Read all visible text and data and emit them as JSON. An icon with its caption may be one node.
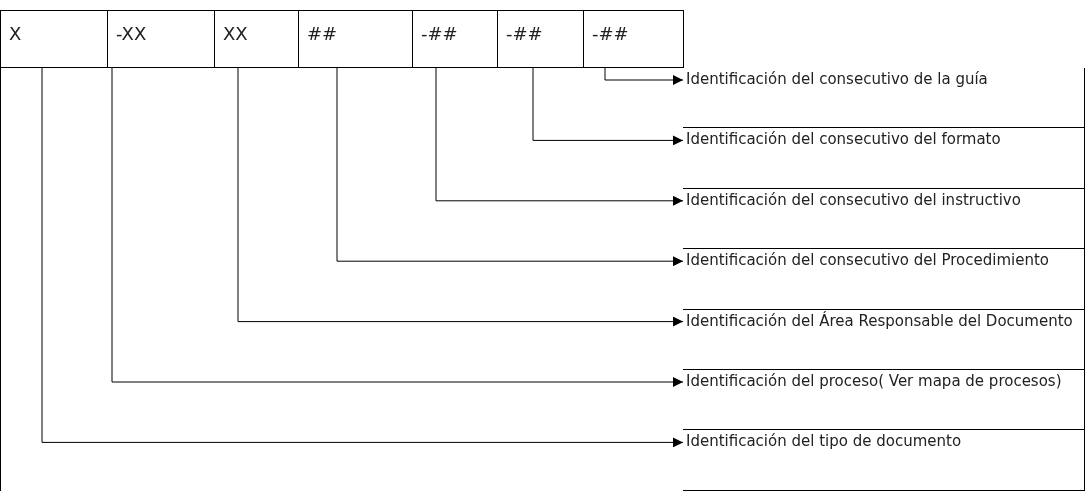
{
  "diagram": {
    "nodes": [
      {
        "text": [
          "X"
        ]
      },
      {
        "text": [
          "-XX"
        ]
      },
      {
        "text": [
          "XX"
        ]
      },
      {
        "text": [
          "##"
        ]
      },
      {
        "text": [
          "-##"
        ]
      },
      {
        "text": [
          "-##"
        ]
      },
      {
        "text": [
          "-##"
        ]
      },
      {
        "text": [
          "Identificación del consecutivo de la guía"
        ]
      },
      {
        "text": [
          "Identificación del consecutivo del formato"
        ]
      },
      {
        "text": [
          "Identificación del consecutivo del instructivo"
        ]
      },
      {
        "text": [
          "Identificación del consecutivo del Procedimiento"
        ]
      },
      {
        "text": [
          "Identificación del Área Responsable del Documento"
        ]
      },
      {
        "text": [
          "Identificación del proceso( Ver mapa de procesos)"
        ]
      },
      {
        "text": [
          "Identificación del tipo de documento"
        ]
      }
    ],
    "edges": [
      {
        "from": 6,
        "to": 7,
        "arrow": "to"
      },
      {
        "from": 5,
        "to": 8,
        "arrow": "to"
      },
      {
        "from": 4,
        "to": 9,
        "arrow": "to"
      },
      {
        "from": 3,
        "to": 10,
        "arrow": "to"
      },
      {
        "from": 2,
        "to": 11,
        "arrow": "to"
      },
      {
        "from": 1,
        "to": 12,
        "arrow": "to"
      },
      {
        "from": 0,
        "to": 13,
        "arrow": "to"
      }
    ]
  }
}
